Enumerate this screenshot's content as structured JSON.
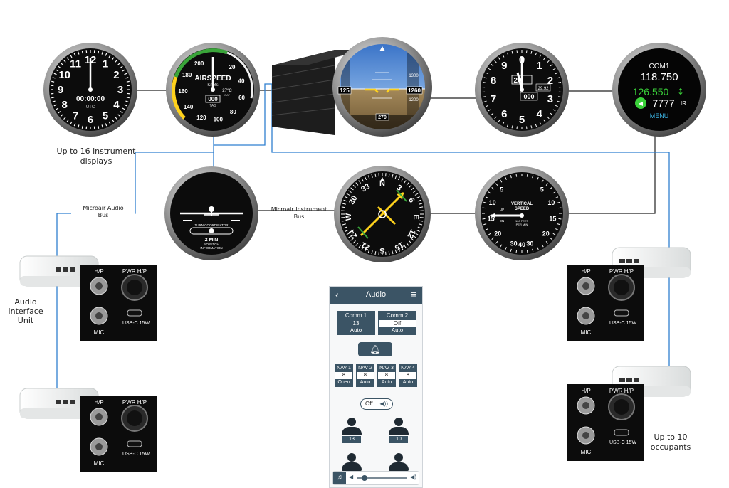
{
  "captions": {
    "instruments": "Up to 16 instrument displays",
    "instruments_l1": "Up to 16 instrument",
    "instruments_l2": "displays",
    "audio_bus_l1": "Microair Audio",
    "audio_bus_l2": "Bus",
    "instrument_bus_l1": "Microair Instrument",
    "instrument_bus_l2": "Bus",
    "aiu_l1": "Audio",
    "aiu_l2": "Interface",
    "aiu_l3": "Unit",
    "occupants_l1": "Up to 10",
    "occupants_l2": "occupants"
  },
  "clock": {
    "time": "00:00:00",
    "zone": "UTC",
    "numbers": [
      "12",
      "1",
      "2",
      "3",
      "4",
      "5",
      "6",
      "7",
      "8",
      "9",
      "10",
      "11"
    ]
  },
  "airspeed": {
    "title": "AIRSPEED",
    "unit": "Knots",
    "temp": "27°C",
    "oat": "OAT",
    "tas": "000",
    "tas_label": "TAS",
    "ticks": [
      "20",
      "40",
      "60",
      "80",
      "100",
      "120",
      "140",
      "160",
      "180",
      "200"
    ]
  },
  "efis": {
    "speed": "125",
    "alt": "1260",
    "alt_hi": "1300",
    "alt_lo": "1200",
    "heading": "270"
  },
  "altimeter": {
    "alt": "20",
    "baro": "29.92",
    "lower": "000",
    "numbers": [
      "0",
      "1",
      "2",
      "3",
      "4",
      "5",
      "6",
      "7",
      "8",
      "9"
    ]
  },
  "radio": {
    "name": "COM1",
    "active": "118.750",
    "standby": "126.550",
    "squawk": "7777",
    "mode": "IR",
    "menu": "MENU",
    "accent_green": "#3ad13a",
    "accent_blue": "#3cb6e6"
  },
  "turn": {
    "title": "TURN COORDINATOR",
    "rate": "2 MIN",
    "note1": "NO PITCH",
    "note2": "INFORMATION"
  },
  "hsi": {
    "labels": [
      "12",
      "15",
      "21",
      "24",
      "27",
      "30",
      "33",
      "3",
      "6",
      "N",
      "E",
      "S",
      "W"
    ]
  },
  "vsi": {
    "title1": "VERTICAL",
    "title2": "SPEED",
    "sub1": "100 FEET",
    "sub2": "PER MIN",
    "up": "UP",
    "dn": "DN",
    "numbers": [
      "5",
      "10",
      "15",
      "20",
      "30",
      "40",
      "30",
      "20",
      "15",
      "10",
      "5"
    ]
  },
  "panel": {
    "hp": "H/P",
    "pwr": "PWR H/P",
    "mic": "MIC",
    "usb": "USB-C 15W"
  },
  "app": {
    "title": "Audio",
    "comm": [
      {
        "label": "Comm 1",
        "value": "13",
        "mode": "Auto"
      },
      {
        "label": "Comm 2",
        "value": "Off",
        "mode": "Auto"
      }
    ],
    "nav": [
      {
        "label": "NAV 1",
        "value": "8",
        "mode": "Open"
      },
      {
        "label": "NAV 2",
        "value": "8",
        "mode": "Auto"
      },
      {
        "label": "NAV 3",
        "value": "8",
        "mode": "Auto"
      },
      {
        "label": "NAV 4",
        "value": "8",
        "mode": "Auto"
      }
    ],
    "intercom": "Off",
    "occupants": [
      "13",
      "10"
    ]
  },
  "colors": {
    "bus_line": "#2f7fd0",
    "app_dark": "#3b5465"
  }
}
